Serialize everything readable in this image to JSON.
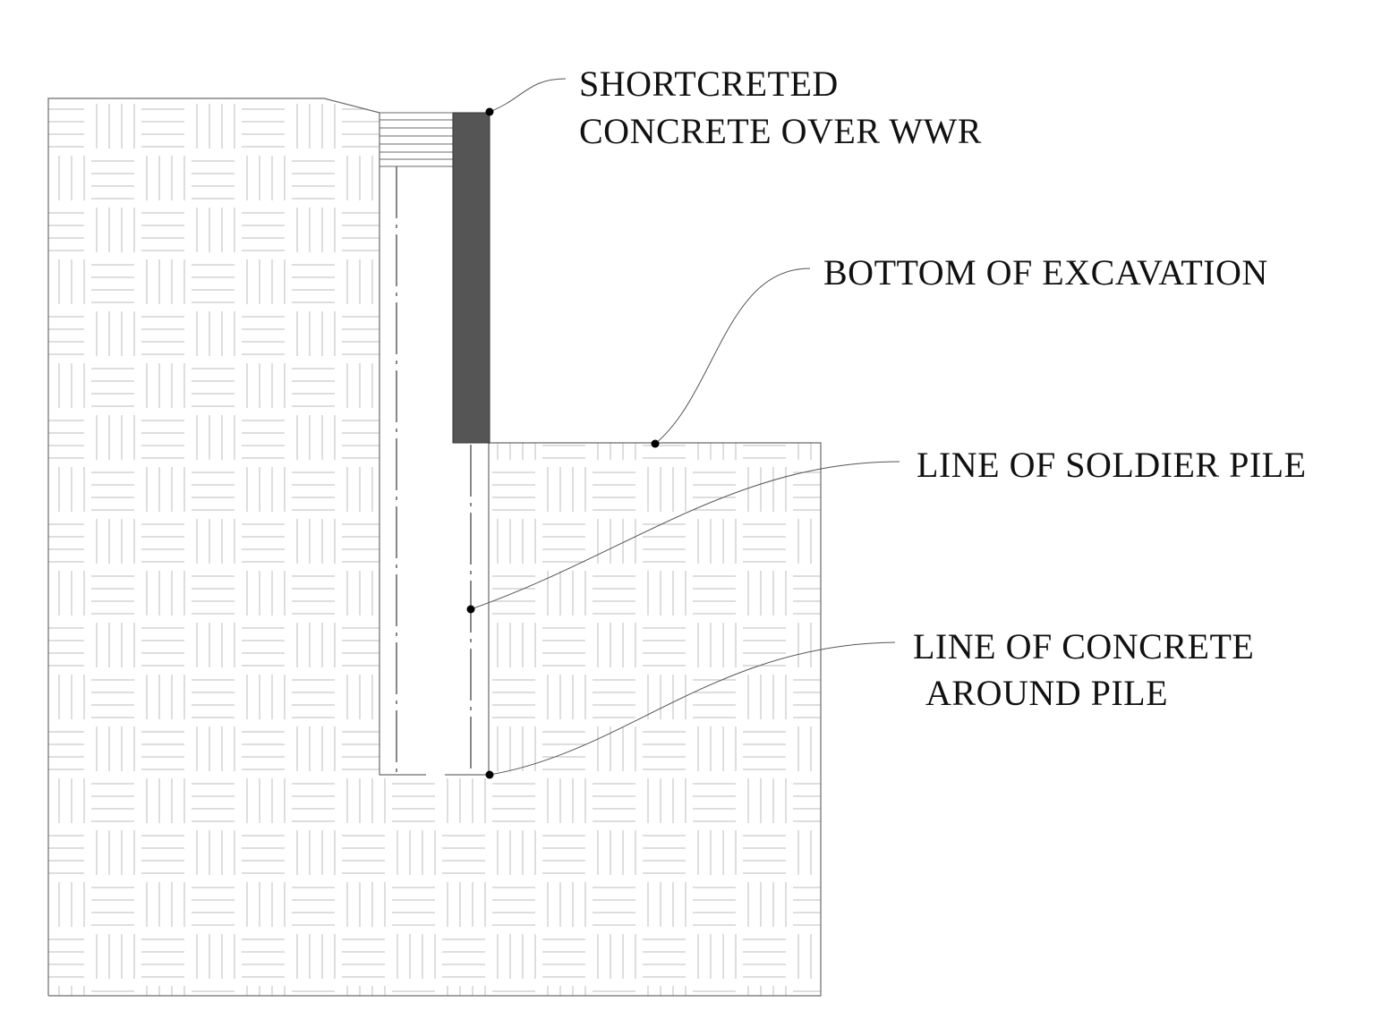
{
  "diagram": {
    "labels": {
      "shotcrete_line1": "SHORTCRETED",
      "shotcrete_line2": "CONCRETE OVER WWR",
      "bottom_excavation": "BOTTOM OF EXCAVATION",
      "soldier_pile": "LINE OF SOLDIER PILE",
      "concrete_line1": "LINE OF CONCRETE",
      "concrete_line2": "AROUND PILE"
    },
    "colors": {
      "shotcrete_fill": "#555555",
      "soil_hatch": "#bdbdbd",
      "outline": "#6a6a6a",
      "text": "#111111"
    }
  }
}
